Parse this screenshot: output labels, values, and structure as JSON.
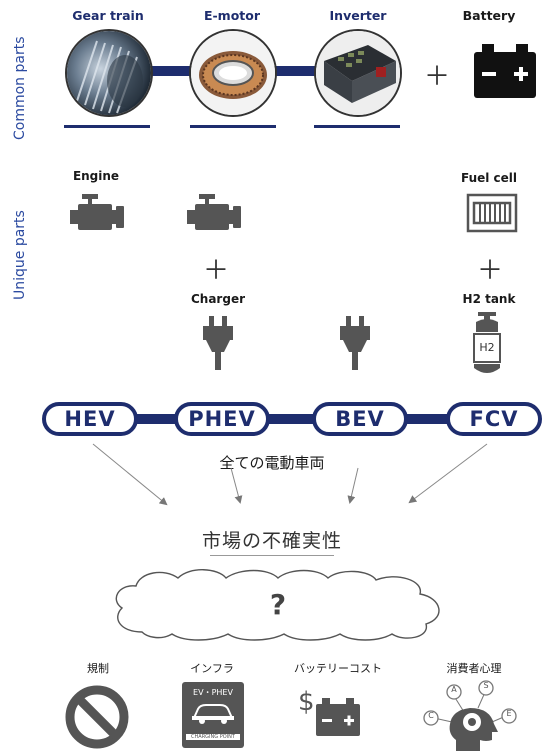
{
  "side_labels": {
    "common": "Common parts",
    "unique": "Unique parts"
  },
  "common_parts": [
    {
      "label": "Gear train",
      "icon": "gear-train-photo"
    },
    {
      "label": "E-motor",
      "icon": "e-motor-photo"
    },
    {
      "label": "Inverter",
      "icon": "inverter-photo"
    },
    {
      "label": "Battery",
      "icon": "battery-icon"
    }
  ],
  "unique_parts": {
    "engine": "Engine",
    "charger": "Charger",
    "fuel_cell": "Fuel cell",
    "h2_tank": "H2 tank",
    "h2_tank_mark": "H2"
  },
  "vehicles": [
    "HEV",
    "PHEV",
    "BEV",
    "FCV"
  ],
  "all_vehicles_caption": "全ての電動車両",
  "uncertainty_title": "市場の不確実性",
  "cloud_mark": "?",
  "factors": [
    {
      "label": "規制",
      "icon": "prohibition-icon"
    },
    {
      "label": "インフラ",
      "icon": "charging-point-icon",
      "sign_top": "EV・PHEV",
      "sign_bottom": "CHARGING POINT"
    },
    {
      "label": "バッテリーコスト",
      "icon": "battery-cost-icon"
    },
    {
      "label": "消費者心理",
      "icon": "consumer-mind-icon",
      "nodes": [
        "A",
        "S",
        "C",
        "E"
      ]
    }
  ],
  "colors": {
    "navy": "#1e2d6e",
    "side_label": "#2b4aa0",
    "icon_gray": "#555555"
  }
}
